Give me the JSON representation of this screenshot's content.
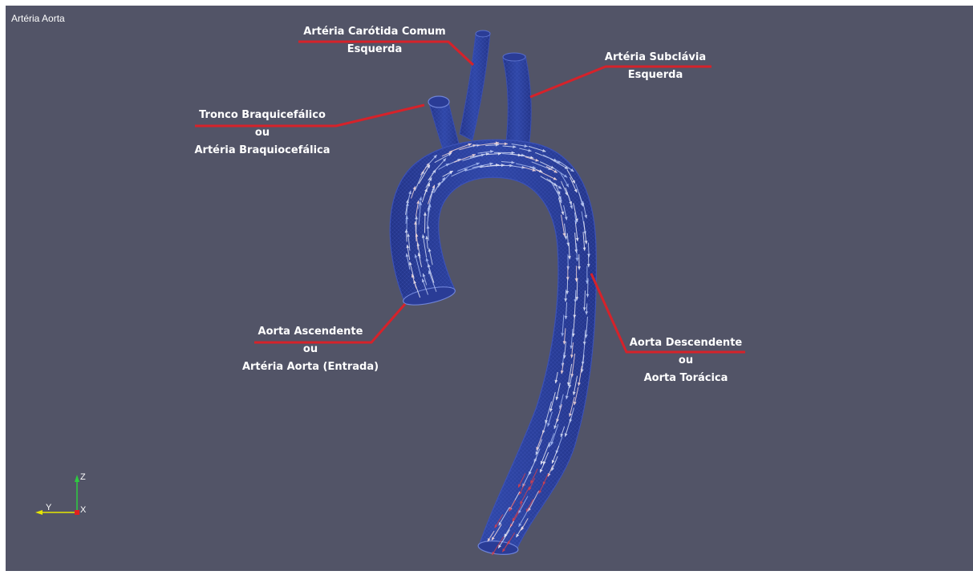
{
  "view_title": "Artéria Aorta",
  "labels": {
    "carotid": [
      "Artéria Carótida Comum",
      "Esquerda"
    ],
    "subclavian": [
      "Artéria Subclávia",
      "Esquerda"
    ],
    "brachiocephalic": [
      "Tronco Braquicefálico",
      "ou",
      "Artéria Braquiocefálica"
    ],
    "ascending": [
      "Aorta Ascendente",
      "ou",
      "Artéria Aorta (Entrada)"
    ],
    "descending": [
      "Aorta Descendente",
      "ou",
      "Aorta Torácica"
    ]
  },
  "axes": {
    "z": "Z",
    "y": "Y",
    "x": "X"
  },
  "colors": {
    "background": "#525467",
    "vessel": "#2b3f9c",
    "leader_line": "#d6222a",
    "axis_z": "#2ecc40",
    "axis_y": "#e6e600",
    "axis_x": "#e02020"
  }
}
